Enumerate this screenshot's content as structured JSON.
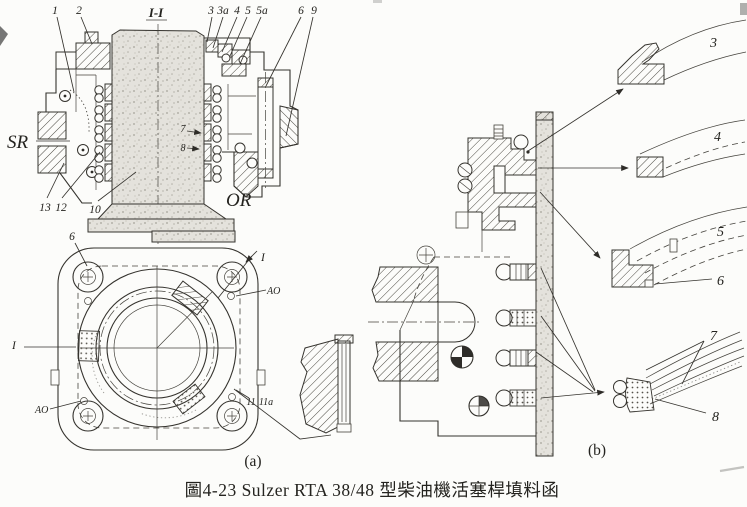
{
  "palette": {
    "paper": "#fcfcfa",
    "ink": "#2e2c28"
  },
  "caption": "圖4-23  Sulzer RTA 38/48 型柴油機活塞桿填料函",
  "section_view": {
    "title": "I-I",
    "top_callouts": [
      "1",
      "2",
      "3",
      "3a",
      "4",
      "5",
      "5a",
      "6",
      "9"
    ],
    "mid_callouts": [
      "7",
      "8"
    ],
    "bottom_callouts": [
      "13",
      "12",
      "10"
    ],
    "left_label": "SR",
    "right_label": "OR"
  },
  "plan_view": {
    "caption": "(a)",
    "bolt_callout": "6",
    "section_mark_right": "I",
    "section_mark_left": "I",
    "oil_mark_right": "AO",
    "oil_mark_left": "AO",
    "screw_callouts": [
      "11",
      "11a"
    ]
  },
  "stack_view": {
    "caption": "(b)"
  },
  "ring_details": {
    "r3": "3",
    "r4": "4",
    "r5": "5",
    "r6": "6",
    "r7": "7",
    "r8": "8"
  }
}
